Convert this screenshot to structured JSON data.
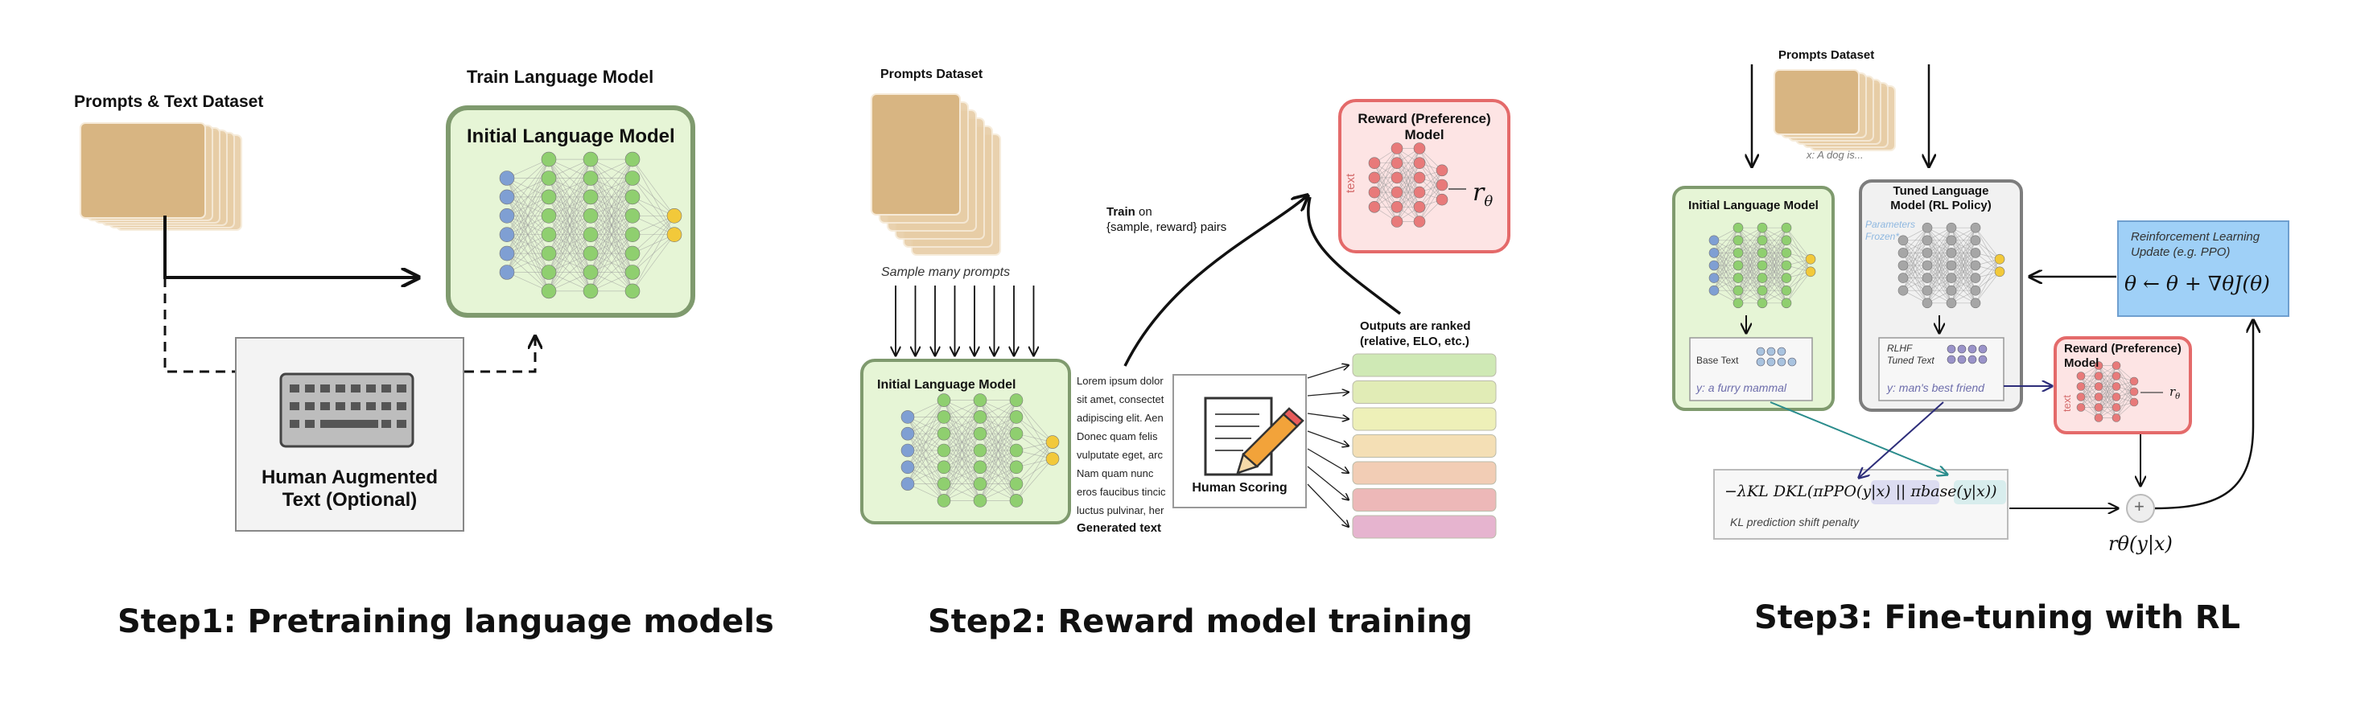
{
  "step1": {
    "dataset_label": "Prompts & Text Dataset",
    "train_label": "Train Language Model",
    "model_label": "Initial Language Model",
    "human_label_line1": "Human Augmented",
    "human_label_line2": "Text (Optional)",
    "caption": "Step1: Pretraining language models"
  },
  "step2": {
    "dataset_label": "Prompts Dataset",
    "sample_label": "Sample many prompts",
    "model_label": "Initial Language Model",
    "lorem_text": "Lorem ipsum dolor\nsit amet, consectet\nadipiscing elit. Aen\nDonec quam felis\nvulputate eget, arc\nNam quam nunc\neros faucibus tincic\nluctus pulvinar, her",
    "generated_label": "Generated text",
    "train_bold": "Train",
    "train_rest": " on",
    "train_pairs": "{sample, reward} pairs",
    "reward_label_line1": "Reward (Preference)",
    "reward_label_line2": "Model",
    "text_axis": "text",
    "r_theta": "r",
    "r_theta_sub": "θ",
    "human_scoring": "Human Scoring",
    "ranked_line1": "Outputs are ranked",
    "ranked_line2": "(relative, ELO, etc.)",
    "rank_colors": [
      "#cfe9b5",
      "#e1ecb6",
      "#eef0b8",
      "#f4dfb5",
      "#f2cdb5",
      "#edb8b8",
      "#e6b4cf"
    ],
    "caption": "Step2: Reward model training"
  },
  "step3": {
    "dataset_label": "Prompts Dataset",
    "prompt_example": "x: A dog is...",
    "initial_model_label": "Initial Language Model",
    "tuned_line1": "Tuned Language",
    "tuned_line2": "Model (RL Policy)",
    "params_frozen_line1": "Parameters",
    "params_frozen_line2": "Frozen*",
    "base_text": "Base Text",
    "base_output": "y: a furry mammal",
    "rlhf_line1": "RLHF",
    "rlhf_line2": "Tuned Text",
    "tuned_output": "y: man's best friend",
    "rl_update_line1": "Reinforcement Learning",
    "rl_update_line2": "Update (e.g. PPO)",
    "rl_formula": "θ ← θ + ∇θJ(θ)",
    "reward_label_line1": "Reward (Preference)",
    "reward_label_line2": "Model",
    "text_axis": "text",
    "r_theta": "r",
    "r_theta_sub": "θ",
    "kl_formula": "−λKL DKL(πPPO(y|x) || πbase(y|x))",
    "kl_penalty": "KL prediction shift penalty",
    "plus": "+",
    "reward_output": "rθ(y|x)",
    "caption": "Step3: Fine-tuning with RL"
  }
}
